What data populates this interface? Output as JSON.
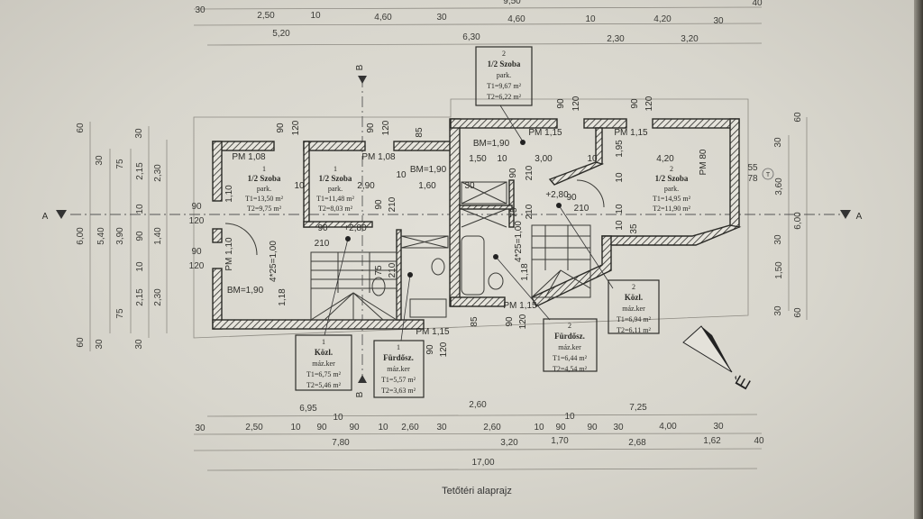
{
  "title": "Tetőtéri alaprajz",
  "section_marks": {
    "a_left": "A",
    "a_right": "A",
    "b_top": "B",
    "b_bottom": "B"
  },
  "compass_label": "É",
  "level_marker": "T",
  "dimensions": {
    "top": [
      "30",
      "9,50",
      "40",
      "2,50",
      "10",
      "4,60",
      "30",
      "4,60",
      "10",
      "4,20",
      "30",
      "5,20",
      "6,30",
      "2,30",
      "3,20"
    ],
    "left": [
      "60",
      "30",
      "75",
      "30",
      "2,15",
      "2,30",
      "10",
      "6,00",
      "5,40",
      "3,90",
      "90",
      "1,40",
      "10",
      "2,15",
      "2,30",
      "75",
      "60",
      "30",
      "30",
      "90",
      "120",
      "90",
      "120"
    ],
    "right": [
      "60",
      "30",
      "55",
      "78",
      "3,60",
      "6,00",
      "30",
      "1,50",
      "30",
      "60"
    ],
    "bottom": [
      "6,95",
      "2,60",
      "7,25",
      "30",
      "2,50",
      "10",
      "90",
      "10",
      "90",
      "10",
      "2,60",
      "30",
      "2,60",
      "10",
      "90",
      "10",
      "90",
      "30",
      "4,00",
      "30",
      "7,80",
      "3,20",
      "1,70",
      "2,68",
      "1,62",
      "40",
      "17,00"
    ],
    "interior": [
      "90",
      "120",
      "90",
      "120",
      "85",
      "90",
      "120",
      "90",
      "120",
      "PM 1,08",
      "PM 1,08",
      "BM=1,90",
      "10",
      "2,90",
      "10",
      "1,60",
      "90",
      "210",
      "90",
      "+2,80",
      "210",
      "4*25=1,00",
      "1,18",
      "BM=1,90",
      "PM 1,10",
      "1,10",
      "75",
      "210",
      "PM 1,15",
      "90",
      "120",
      "85",
      "PM 1,15",
      "PM 1,15",
      "BM=1,90",
      "1,50",
      "10",
      "3,00",
      "10",
      "1,95",
      "4,20",
      "PM 80",
      "10",
      "90",
      "210",
      "30",
      "+2,80",
      "90",
      "210",
      "75",
      "210",
      "10",
      "10",
      "35",
      "4*25=1,00",
      "1,18",
      "PM 1,15",
      "90",
      "120"
    ]
  },
  "rooms": [
    {
      "no": "1",
      "name": "1/2 Szoba",
      "floor": "park.",
      "t1": "T1=13,50 m²",
      "t2": "T2=9,75 m²"
    },
    {
      "no": "1",
      "name": "1/2 Szoba",
      "floor": "park.",
      "t1": "T1=11,48 m²",
      "t2": "T2=8,03 m²"
    },
    {
      "no": "2",
      "name": "1/2 Szoba",
      "floor": "park.",
      "t1": "T1=14,95 m²",
      "t2": "T2=11,90 m²"
    }
  ],
  "boxes": [
    {
      "no": "2",
      "name": "1/2 Szoba",
      "floor": "park.",
      "t1": "T1=9,67 m²",
      "t2": "T2=6,22 m²"
    },
    {
      "no": "1",
      "name": "Közl.",
      "floor": "máz.ker",
      "t1": "T1=6,75 m²",
      "t2": "T2=5,46 m²"
    },
    {
      "no": "1",
      "name": "Fürdősz.",
      "floor": "máz.ker",
      "t1": "T1=5,57 m²",
      "t2": "T2=3,63 m²"
    },
    {
      "no": "2",
      "name": "Fürdősz.",
      "floor": "máz.ker",
      "t1": "T1=6,44 m²",
      "t2": "T2=4,54 m²"
    },
    {
      "no": "2",
      "name": "Közl.",
      "floor": "máz.ker",
      "t1": "T1=6,94 m²",
      "t2": "T2=6,11 m²"
    }
  ]
}
